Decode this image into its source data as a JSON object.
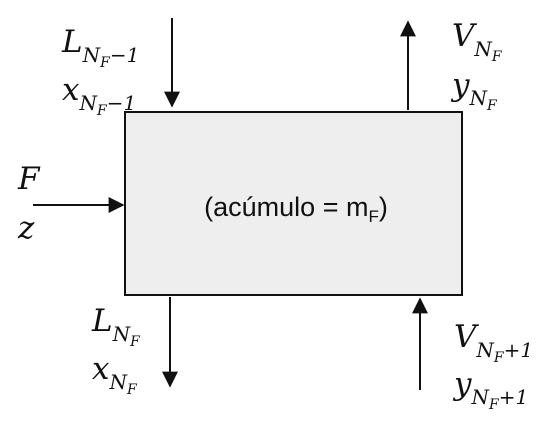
{
  "stage": {
    "content_label": "(acúmulo = m",
    "content_subscript": "F",
    "content_close": ")"
  },
  "colors": {
    "box_fill": "#eeeeee",
    "stroke": "#111111"
  },
  "streams": {
    "liquid_in": {
      "symbol": "L",
      "sub": "N",
      "subsub": "F",
      "suffix": "−1",
      "comp": "x"
    },
    "vapor_out": {
      "symbol": "V",
      "sub": "N",
      "subsub": "F",
      "suffix": "",
      "comp": "y"
    },
    "feed": {
      "symbol": "F",
      "comp": "z"
    },
    "liquid_out": {
      "symbol": "L",
      "sub": "N",
      "subsub": "F",
      "suffix": "",
      "comp": "x"
    },
    "vapor_in": {
      "symbol": "V",
      "sub": "N",
      "subsub": "F",
      "suffix": "+1",
      "comp": "y"
    }
  }
}
